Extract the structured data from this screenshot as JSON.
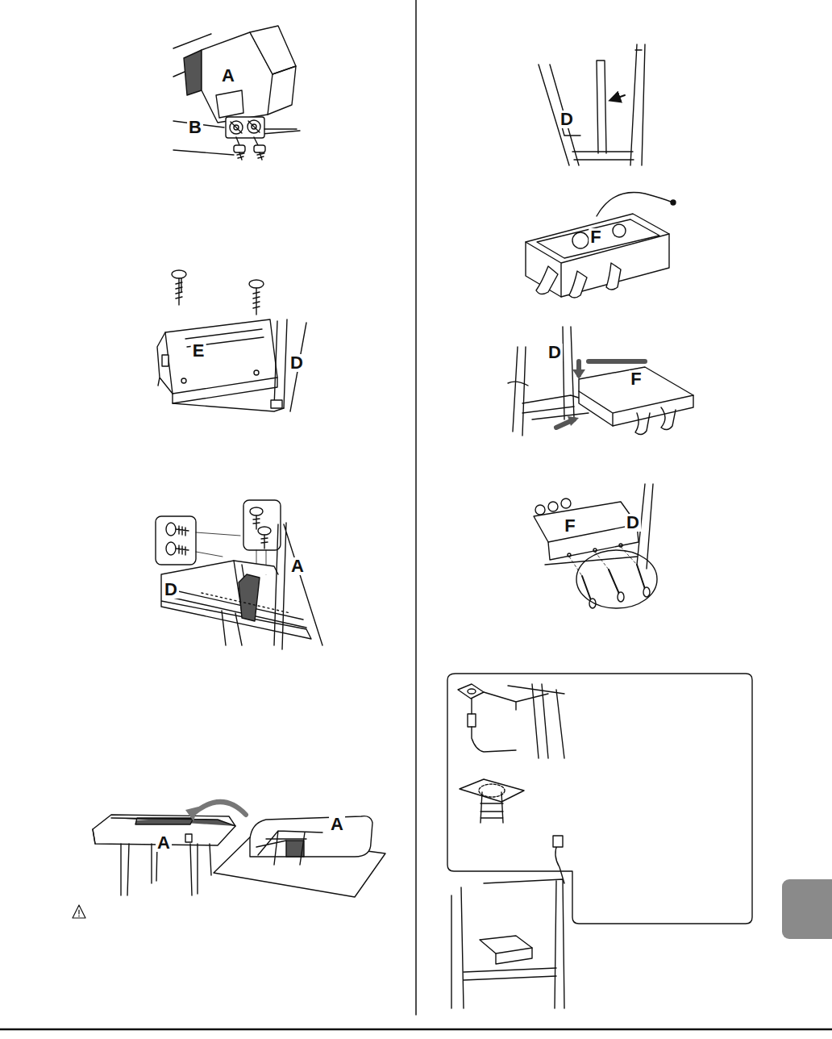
{
  "diagram": {
    "labels": [
      "A",
      "B",
      "E",
      "D",
      "D",
      "A",
      "A",
      "A",
      "D",
      "F",
      "D",
      "F",
      "F",
      "D"
    ]
  }
}
